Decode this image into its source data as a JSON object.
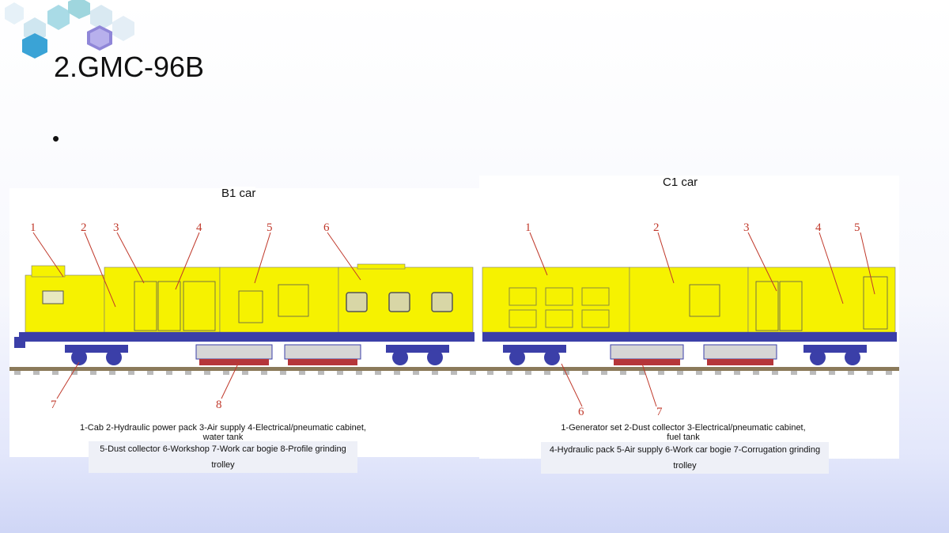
{
  "slide": {
    "title": "2.GMC-96B",
    "bullet": "•"
  },
  "colors": {
    "car_body": "#f6f200",
    "frame": "#3b3fa8",
    "rail": "#8b7a5a",
    "callout": "#c0392b",
    "grinding_shoe": "#b5363a"
  },
  "b1": {
    "title": "B1 car",
    "callouts": [
      "1",
      "2",
      "3",
      "4",
      "5",
      "6",
      "7",
      "8"
    ],
    "caption_line1": "1-Cab 2-Hydraulic power pack 3-Air supply 4-Electrical/pneumatic cabinet,",
    "caption_line2": "water tank",
    "caption_line3": "5-Dust collector 6-Workshop 7-Work car bogie 8-Profile grinding trolley"
  },
  "c1": {
    "title": "C1 car",
    "callouts": [
      "1",
      "2",
      "3",
      "4",
      "5",
      "6",
      "7"
    ],
    "caption_line1": "1-Generator set 2-Dust collector 3-Electrical/pneumatic cabinet,",
    "caption_line2": "fuel tank",
    "caption_line3": "4-Hydraulic pack 5-Air supply 6-Work car bogie 7-Corrugation grinding trolley"
  }
}
